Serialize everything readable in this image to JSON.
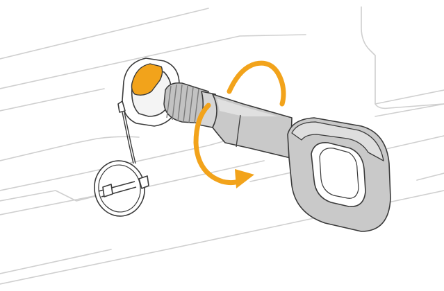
{
  "colors": {
    "background": "#ffffff",
    "outline": "#3a3a3a",
    "body_line": "#cfcfcf",
    "metal_fill": "#c9c9c9",
    "metal_light": "#e2e2e2",
    "metal_dark": "#9a9a9a",
    "accent_orange": "#f2a31b"
  },
  "parts": {
    "bumper": "car-bumper",
    "cover_socket": "tow-hook-socket",
    "cover_cap": "tow-hook-cover-cap",
    "tow_hook": "tow-eye-hook",
    "rotation_arrow": "clockwise-rotation-arrow"
  }
}
